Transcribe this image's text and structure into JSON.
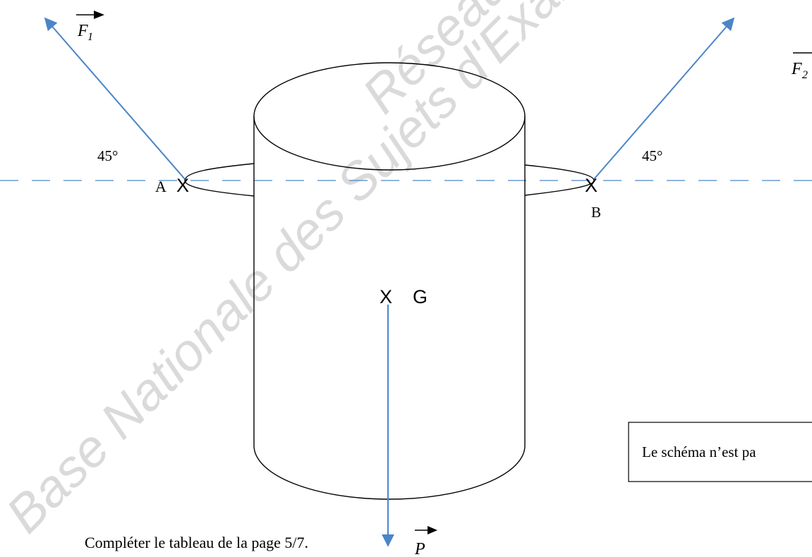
{
  "colors": {
    "force": "#4a86c8",
    "ink": "#000000",
    "watermark": "#d9d9d9"
  },
  "labels": {
    "force_1": "F",
    "force_1_sub": "1",
    "force_2": "F",
    "force_2_sub": "2",
    "weight": "P",
    "point_a": "A",
    "point_b": "B",
    "center_g": "G",
    "cross_mark": "X",
    "angle_left": "45°",
    "angle_right": "45°"
  },
  "note_box": {
    "text": "Le schéma n’est pa"
  },
  "instruction": "Compléter le tableau de la page 5/7.",
  "watermark": {
    "line_1": "Base Nationale des Sujets d'Examens",
    "line_2": "Réseau"
  }
}
